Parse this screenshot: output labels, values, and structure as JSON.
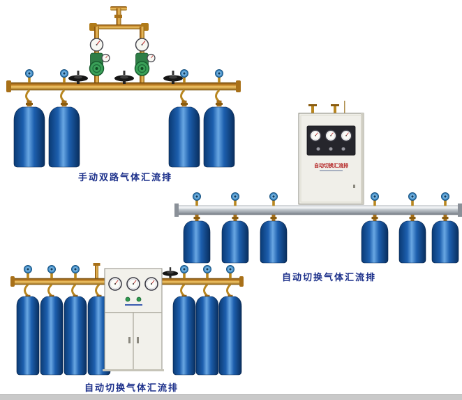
{
  "page": {
    "background": "#ffffff"
  },
  "captions": {
    "product1": "手动双路气体汇流排",
    "product2": "自动切换气体汇流排",
    "product3": "自动切换气体汇流排"
  },
  "cabinet2": {
    "label": "自动切换汇流排"
  },
  "colors": {
    "caption_text": "#1b2f8a",
    "brass_pipe": "#c8882a",
    "cylinder_blue": "#1d5fae",
    "steel_pipe": "#c3c9cf",
    "cabinet_body": "#f0efe9",
    "panel_dark": "#26262c",
    "valve_knob_blue": "#64a8dc",
    "regulator_green": "#2e7d46",
    "cabinet_label_red": "#b42222"
  }
}
